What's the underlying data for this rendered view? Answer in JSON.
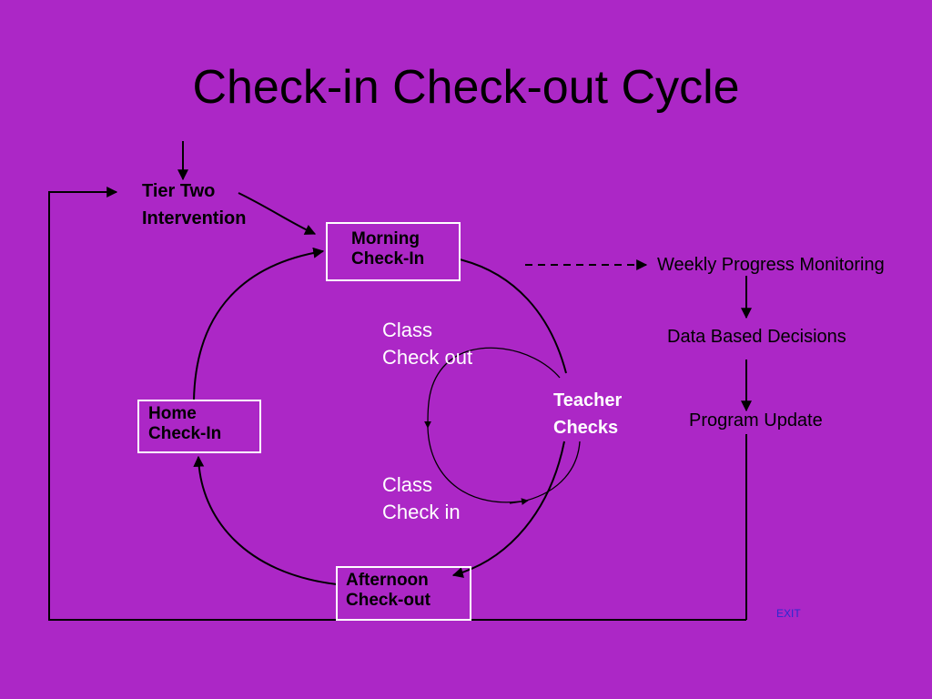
{
  "slide": {
    "title": "Check-in Check-out Cycle",
    "background_color": "#ac27c6"
  },
  "nodes": {
    "tier_two": {
      "line1": "Tier Two",
      "line2": "Intervention"
    },
    "morning": {
      "line1": "Morning",
      "line2": "Check-In"
    },
    "home": {
      "line1": "Home",
      "line2": "Check-In"
    },
    "afternoon": {
      "line1": "Afternoon",
      "line2": "Check-out"
    },
    "teacher": {
      "line1": "Teacher",
      "line2": "Checks"
    },
    "class_out": {
      "line1": "Class",
      "line2": "Check out"
    },
    "class_in": {
      "line1": "Class",
      "line2": "Check in"
    },
    "weekly": "Weekly Progress Monitoring",
    "data": "Data Based Decisions",
    "program": "Program Update"
  },
  "exit_link": "EXIT"
}
